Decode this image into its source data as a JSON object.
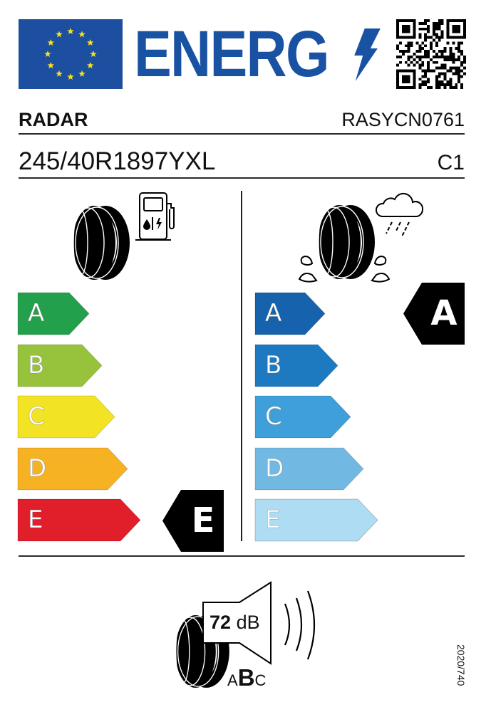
{
  "header": {
    "flag_icon": "eu-flag-icon",
    "title": "ENERG",
    "bolt_icon": "lightning-bolt-icon",
    "qr_icon": "qr-code-icon",
    "brand_color": "#1a52a3"
  },
  "product": {
    "supplier": "RADAR",
    "model_id": "RASYCN0761",
    "tyre_size": "245/40R1897YXL",
    "tyre_class": "C1"
  },
  "fuel_efficiency": {
    "icon": "fuel-pump-icon",
    "classes": [
      {
        "label": "A",
        "color": "#22a04b"
      },
      {
        "label": "B",
        "color": "#96c23c"
      },
      {
        "label": "C",
        "color": "#f2e424"
      },
      {
        "label": "D",
        "color": "#f7b223"
      },
      {
        "label": "E",
        "color": "#e01f2b"
      }
    ],
    "rating": "E"
  },
  "wet_grip": {
    "icon": "rain-cloud-icon",
    "classes": [
      {
        "label": "A",
        "color": "#1662ad"
      },
      {
        "label": "B",
        "color": "#1d7ac0"
      },
      {
        "label": "C",
        "color": "#3f9fda"
      },
      {
        "label": "D",
        "color": "#71b9e3"
      },
      {
        "label": "E",
        "color": "#aedcf3"
      }
    ],
    "rating": "A"
  },
  "noise": {
    "icon": "speaker-icon",
    "value": "72",
    "unit": "dB",
    "classes": [
      "A",
      "B",
      "C"
    ],
    "rating": "B"
  },
  "regulation": "2020/740"
}
